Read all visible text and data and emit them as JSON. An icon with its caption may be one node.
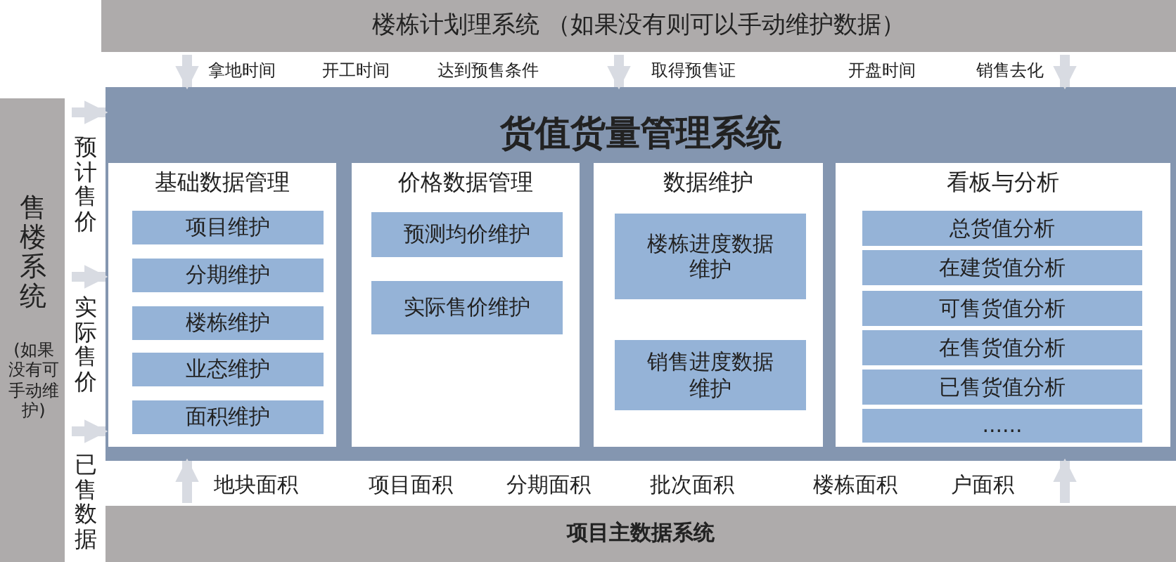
{
  "diagram": {
    "nodes": [
      {
        "text": [
          "楼栋计划理系统 （如果没有则可以手动维护数据）"
        ]
      },
      {
        "text": [
          "售楼系统",
          "(如果没有可手动维护)"
        ]
      },
      {
        "text": [
          "项目主数据系统"
        ]
      },
      {
        "text": [
          "货值货量管理系统"
        ]
      },
      {
        "text": [
          "基础数据管理"
        ],
        "in": 3
      },
      {
        "text": [
          "项目维护"
        ],
        "in": 4
      },
      {
        "text": [
          "分期维护"
        ],
        "in": 4
      },
      {
        "text": [
          "楼栋维护"
        ],
        "in": 4
      },
      {
        "text": [
          "业态维护"
        ],
        "in": 4
      },
      {
        "text": [
          "面积维护"
        ],
        "in": 4
      },
      {
        "text": [
          "价格数据管理"
        ],
        "in": 3
      },
      {
        "text": [
          "预测均价维护"
        ],
        "in": 10
      },
      {
        "text": [
          "实际售价维护"
        ],
        "in": 10
      },
      {
        "text": [
          "数据维护"
        ],
        "in": 3
      },
      {
        "text": [
          "楼栋进度数据维护"
        ],
        "in": 13
      },
      {
        "text": [
          "销售进度数据维护"
        ],
        "in": 13
      },
      {
        "text": [
          "看板与分析"
        ],
        "in": 3
      },
      {
        "text": [
          "总货值分析"
        ],
        "in": 16
      },
      {
        "text": [
          "在建货值分析"
        ],
        "in": 16
      },
      {
        "text": [
          "可售货值分析"
        ],
        "in": 16
      },
      {
        "text": [
          "在售货值分析"
        ],
        "in": 16
      },
      {
        "text": [
          "已售货值分析"
        ],
        "in": 16
      },
      {
        "text": [
          "......"
        ],
        "in": 16
      }
    ],
    "edges": [
      {
        "from": 0,
        "to": 3,
        "arrow": "to"
      },
      {
        "from": 0,
        "to": 3,
        "arrow": "to"
      },
      {
        "from": 0,
        "to": 3,
        "arrow": "to"
      },
      {
        "from": 1,
        "to": 3,
        "arrow": "to"
      },
      {
        "from": 1,
        "to": 3,
        "arrow": "to"
      },
      {
        "from": 1,
        "to": 3,
        "arrow": "to"
      },
      {
        "from": 2,
        "to": 3,
        "arrow": "to"
      },
      {
        "from": 2,
        "to": 3,
        "arrow": "to"
      }
    ],
    "labels": [
      "拿地时间",
      "开工时间",
      "达到预售条件",
      "取得预售证",
      "开盘时间",
      "销售去化",
      "预计售价",
      "实际售价",
      "已售数据",
      "地块面积",
      "项目面积",
      "分期面积",
      "批次面积",
      "楼栋面积",
      "户面积"
    ]
  }
}
